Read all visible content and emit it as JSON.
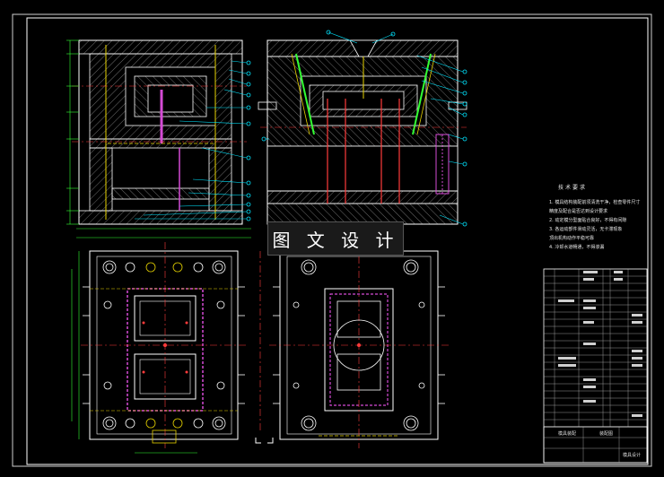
{
  "banner": {
    "title": "图 文 设 计"
  },
  "notes": {
    "heading": "技术要求",
    "lines": [
      "1. 模具结构装配前须清洗干净，检查零件尺寸",
      "   精度及配合是否达到设计要求",
      "2. 动定模分型面贴合良好，不得有间隙",
      "3. 各运动部件滑动灵活，无卡滞现象",
      "   顶出机构动作平稳可靠",
      "4. 冷却水道畅通，不得渗漏"
    ]
  },
  "title_block": {
    "cell_a": "模具装配",
    "cell_b": "装配图",
    "cell_c": "模具设计"
  },
  "colors": {
    "background": "#000000",
    "outline": "#ffffff",
    "leader": "#00e5ff",
    "centerline": "#ff3b3b",
    "ejector": "#d54bd5",
    "guide": "#e6d200",
    "accent_green": "#33ff33"
  }
}
